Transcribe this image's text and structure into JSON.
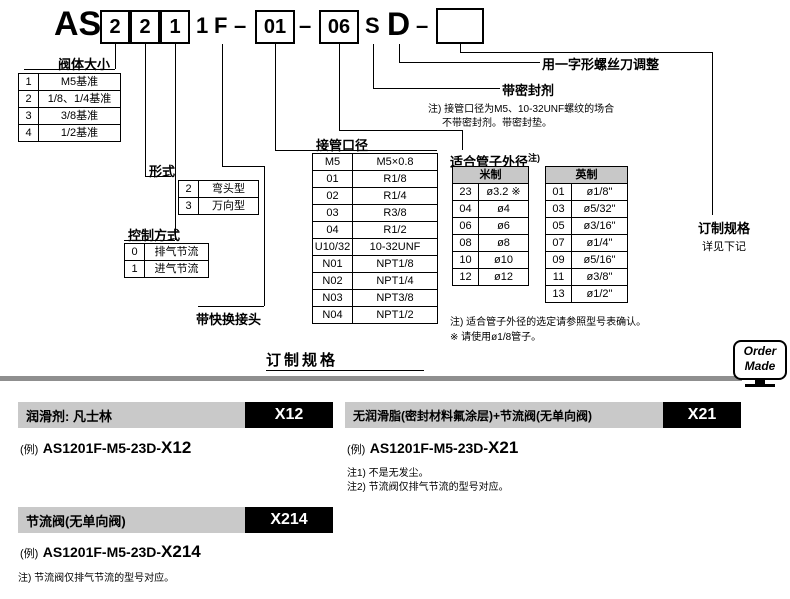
{
  "part_number": {
    "prefix": "AS",
    "boxed_digits": [
      "2",
      "2",
      "1"
    ],
    "digit4": "1",
    "fitting": "F",
    "dash": "–",
    "port_code": "01",
    "tube_code": "06",
    "sealant_code": "S",
    "adjust_code": "D"
  },
  "sections": {
    "body_size": {
      "title": "阀体大小",
      "rows": [
        [
          "1",
          "M5基准"
        ],
        [
          "2",
          "1/8、1/4基准"
        ],
        [
          "3",
          "3/8基准"
        ],
        [
          "4",
          "1/2基准"
        ]
      ]
    },
    "type": {
      "title": "形式",
      "rows": [
        [
          "2",
          "弯头型"
        ],
        [
          "3",
          "万向型"
        ]
      ]
    },
    "control": {
      "title": "控制方式",
      "rows": [
        [
          "0",
          "排气节流"
        ],
        [
          "1",
          "进气节流"
        ]
      ]
    },
    "quick_fitting": {
      "title": "带快换接头"
    },
    "port_size": {
      "title": "接管口径",
      "rows": [
        [
          "M5",
          "M5×0.8"
        ],
        [
          "01",
          "R1/8"
        ],
        [
          "02",
          "R1/4"
        ],
        [
          "03",
          "R3/8"
        ],
        [
          "04",
          "R1/2"
        ],
        [
          "U10/32",
          "10-32UNF"
        ],
        [
          "N01",
          "NPT1/8"
        ],
        [
          "N02",
          "NPT1/4"
        ],
        [
          "N03",
          "NPT3/8"
        ],
        [
          "N04",
          "NPT1/2"
        ]
      ]
    },
    "tube_od": {
      "title": "适合管子外径",
      "title_note": "注)",
      "metric": {
        "header": "米制",
        "rows": [
          [
            "23",
            "ø3.2 ※"
          ],
          [
            "04",
            "ø4"
          ],
          [
            "06",
            "ø6"
          ],
          [
            "08",
            "ø8"
          ],
          [
            "10",
            "ø10"
          ],
          [
            "12",
            "ø12"
          ]
        ]
      },
      "inch": {
        "header": "英制",
        "rows": [
          [
            "01",
            "ø1/8\""
          ],
          [
            "03",
            "ø5/32\""
          ],
          [
            "05",
            "ø3/16\""
          ],
          [
            "07",
            "ø1/4\""
          ],
          [
            "09",
            "ø5/16\""
          ],
          [
            "11",
            "ø3/8\""
          ],
          [
            "13",
            "ø1/2\""
          ]
        ]
      },
      "note1": "注) 适合管子外径的选定请参照型号表确认。",
      "note2": "※ 请使用ø1/8管子。"
    },
    "sealant": {
      "title": "带密封剂",
      "note_line1": "注) 接管口径为M5、10-32UNF螺纹的场合",
      "note_line2": "不带密封剂。带密封垫。"
    },
    "adjust": {
      "title": "用一字形螺丝刀调整"
    },
    "made_to_order_ref": {
      "title": "订制规格",
      "subtitle": "详见下记"
    }
  },
  "made_to_order": {
    "heading": "订制规格",
    "icon": {
      "line1": "Order",
      "line2": "Made"
    },
    "example_prefix": "(例)",
    "items": [
      {
        "label": "润滑剂: 凡士林",
        "code": "X12",
        "example_model": "AS1201F-M5-23D-",
        "example_code": "X12",
        "notes": []
      },
      {
        "label": "无润滑脂(密封材料氟涂层)+节流阀(无单向阀)",
        "code": "X21",
        "example_model": "AS1201F-M5-23D-",
        "example_code": "X21",
        "notes": [
          "注1) 不是无发尘。",
          "注2) 节流阀仅排气节流的型号对应。"
        ]
      },
      {
        "label": "节流阀(无单向阀)",
        "code": "X214",
        "example_model": "AS1201F-M5-23D-",
        "example_code": "X214",
        "notes": [
          "注) 节流阀仅排气节流的型号对应。"
        ]
      }
    ]
  },
  "colors": {
    "table_header_gray": "#c8c8c8",
    "item_bar_gray": "#c9c9c9",
    "badge_black": "#000000",
    "rule_gray": "#8f8f8f"
  }
}
